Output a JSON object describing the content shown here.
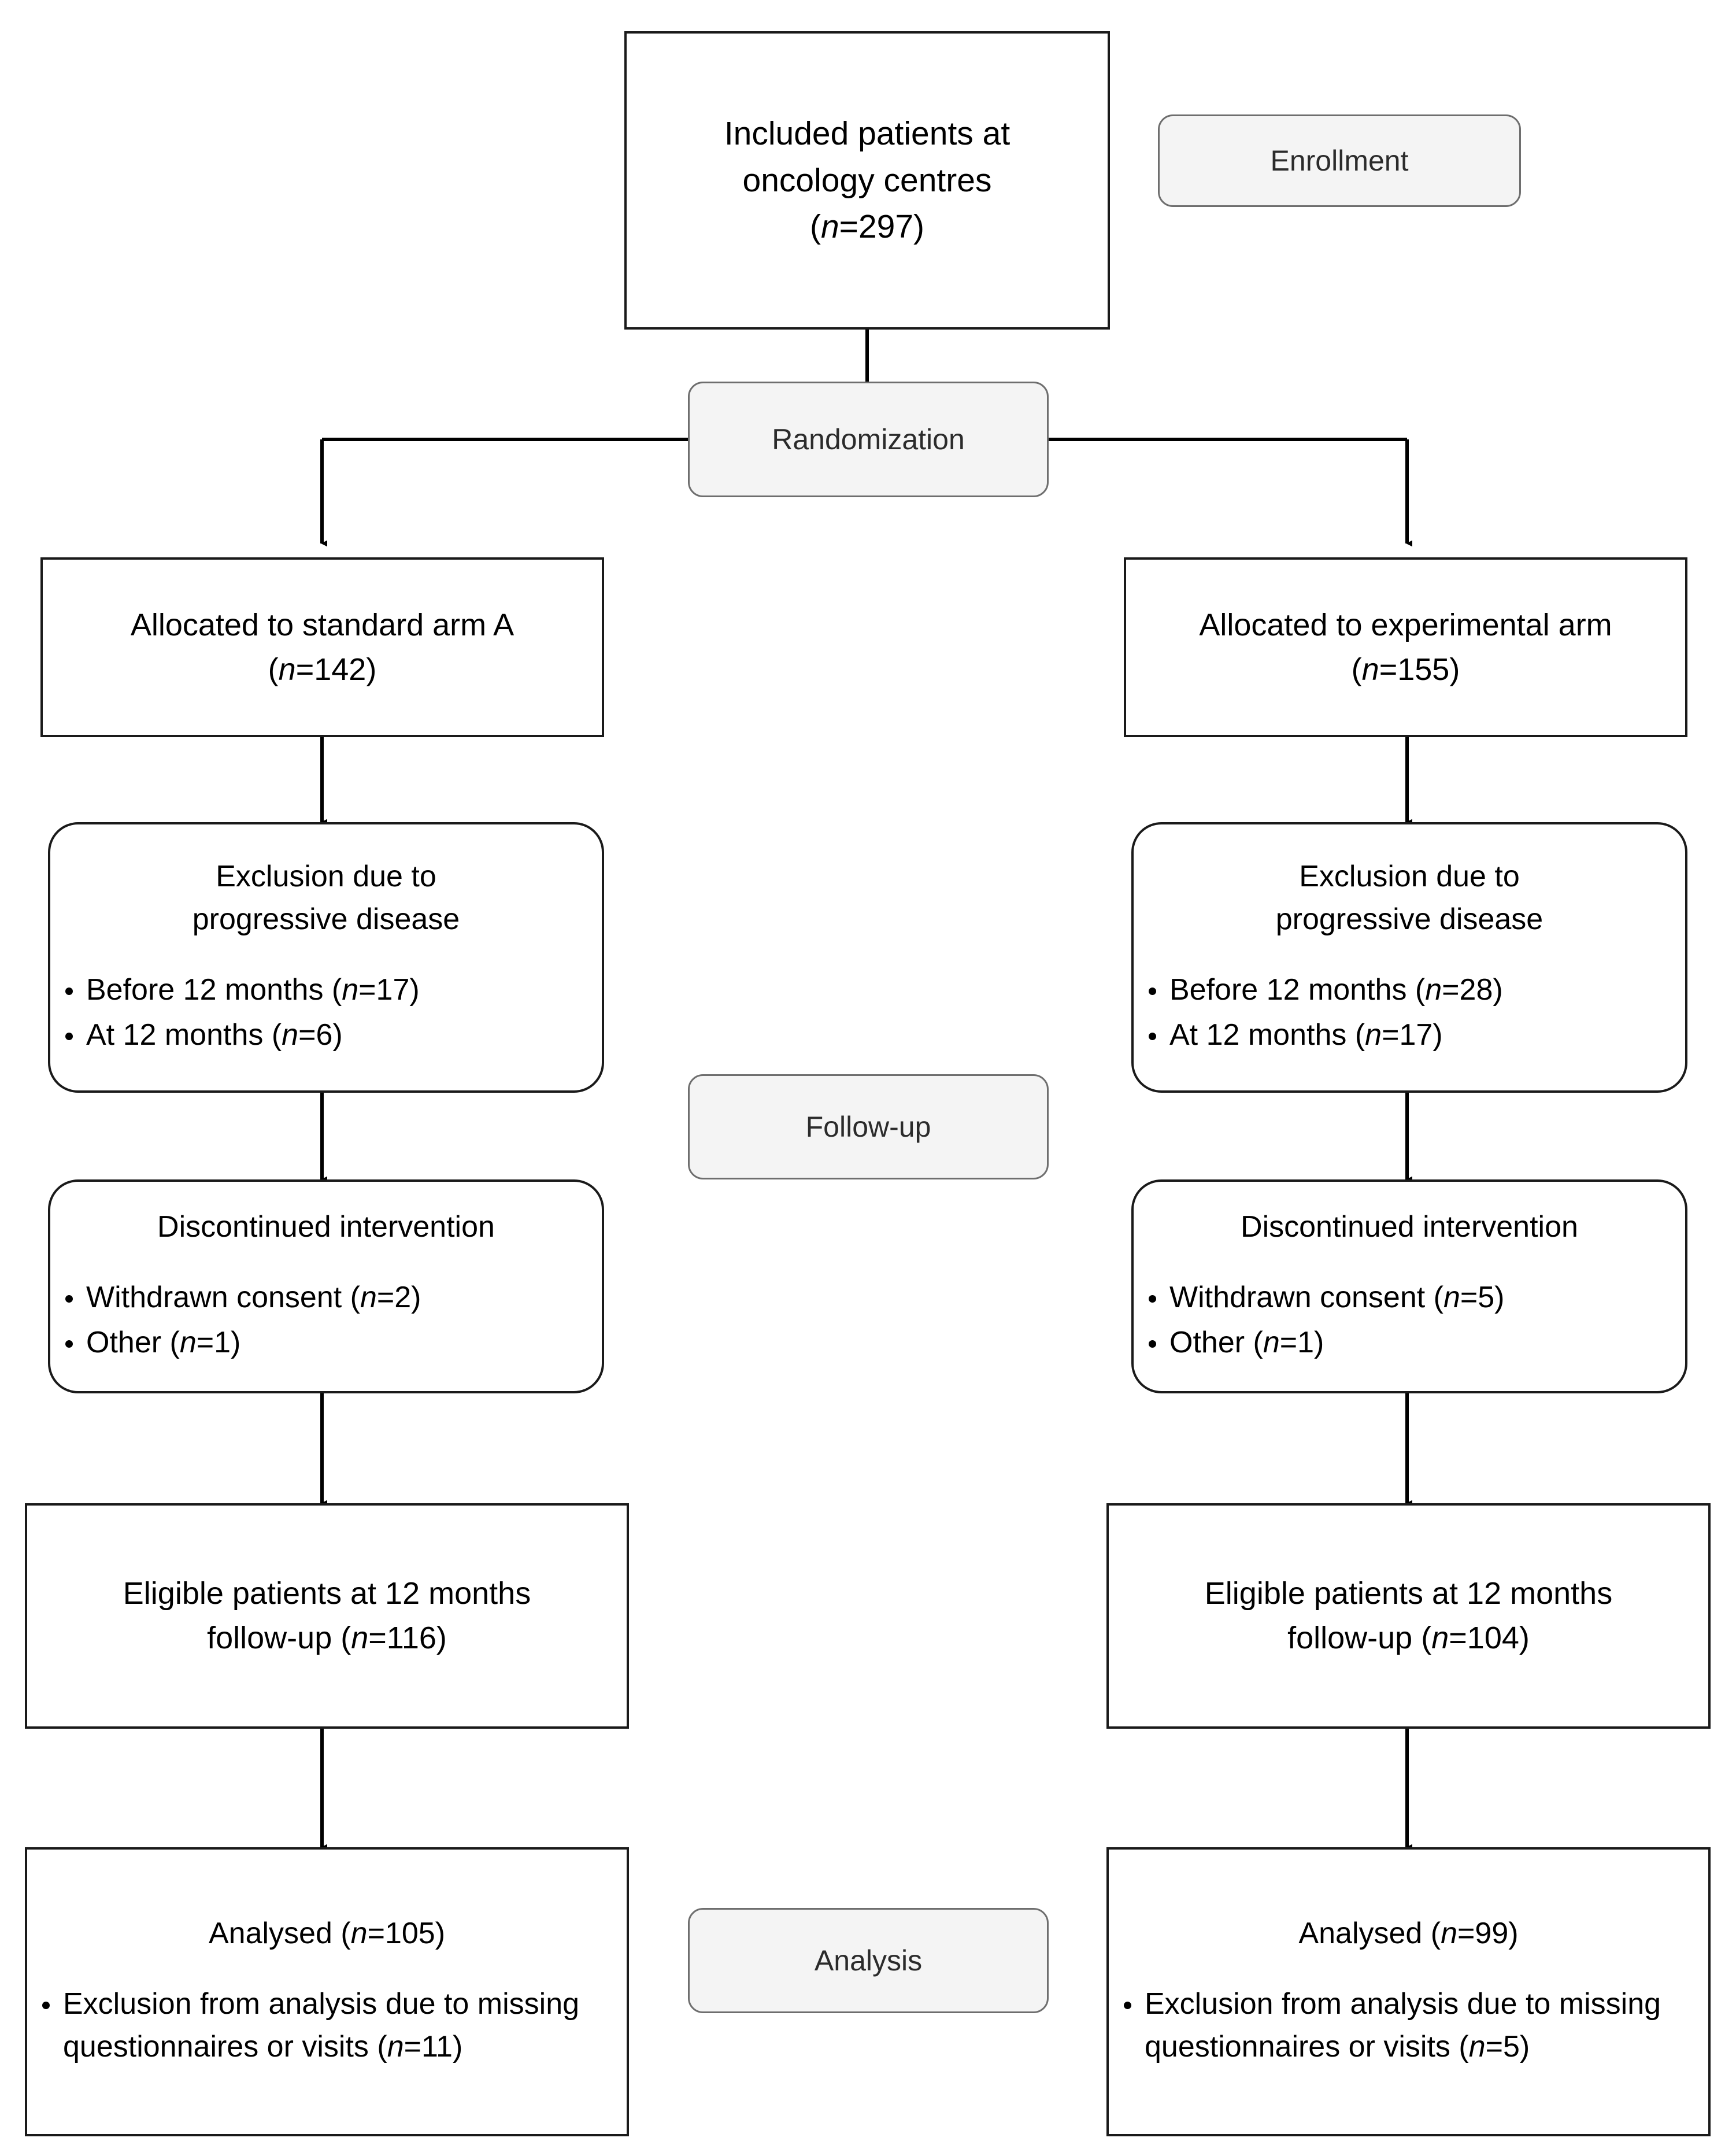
{
  "diagram": {
    "kind": "consort-flow-diagram",
    "stages": [
      {
        "id": "enrollment",
        "label": "Enrollment"
      },
      {
        "id": "randomization",
        "label": "Randomization"
      },
      {
        "id": "followup",
        "label": "Follow-up"
      },
      {
        "id": "analysis",
        "label": "Analysis"
      }
    ],
    "colors": {
      "node_border": "#1a1a1a",
      "node_fill": "#ffffff",
      "stage_fill": "#f4f4f4",
      "stage_border": "#6e6e6e",
      "connector": "#000000",
      "text": "#000000"
    },
    "nodes": {
      "included": {
        "lines": [
          "Included patients at",
          "oncology centres",
          "(n=297)"
        ],
        "n": 297
      },
      "alloc_left": {
        "lines": [
          "Allocated to standard arm A",
          "(n=142)"
        ],
        "n": 142
      },
      "alloc_right": {
        "lines": [
          "Allocated to experimental arm",
          "(n=155)"
        ],
        "n": 155
      },
      "exclusion_left": {
        "lines": [
          "Exclusion due to",
          "progressive disease"
        ],
        "bullets": [
          {
            "text": "Before 12 months (n=17)",
            "n": 17
          },
          {
            "text": "At 12 months (n=6)",
            "n": 6
          }
        ]
      },
      "exclusion_right": {
        "lines": [
          "Exclusion due to",
          "progressive disease"
        ],
        "bullets": [
          {
            "text": "Before 12 months (n=28)",
            "n": 28
          },
          {
            "text": "At 12 months (n=17)",
            "n": 17
          }
        ]
      },
      "discontinued_left": {
        "lines": [
          "Discontinued intervention"
        ],
        "bullets": [
          {
            "text": "Withdrawn consent (n=2)",
            "n": 2
          },
          {
            "text": "Other (n=1)",
            "n": 1
          }
        ]
      },
      "discontinued_right": {
        "lines": [
          "Discontinued intervention"
        ],
        "bullets": [
          {
            "text": "Withdrawn consent (n=5)",
            "n": 5
          },
          {
            "text": "Other (n=1)",
            "n": 1
          }
        ]
      },
      "eligible_left": {
        "lines": [
          "Eligible patients at 12 months",
          "follow-up (n=116)"
        ],
        "n": 116
      },
      "eligible_right": {
        "lines": [
          "Eligible patients at 12 months",
          "follow-up (n=104)"
        ],
        "n": 104
      },
      "analysed_left": {
        "lines": [
          "Analysed (n=105)"
        ],
        "n": 105,
        "bullets": [
          {
            "text": "Exclusion from analysis due to missing questionnaires or visits (n=11)",
            "n": 11
          }
        ]
      },
      "analysed_right": {
        "lines": [
          "Analysed (n=99)"
        ],
        "n": 99,
        "bullets": [
          {
            "text": "Exclusion from analysis due to missing questionnaires or visits (n=5)",
            "n": 5
          }
        ]
      }
    }
  }
}
